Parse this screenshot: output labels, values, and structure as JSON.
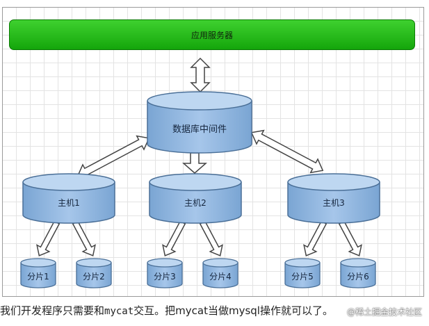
{
  "diagram": {
    "app_server_label": "应用服务器",
    "middleware_label": "数据库中间件",
    "hosts": [
      {
        "label": "主机1",
        "shards": [
          "分片1",
          "分片2"
        ]
      },
      {
        "label": "主机2",
        "shards": [
          "分片3",
          "分片4"
        ]
      },
      {
        "label": "主机3",
        "shards": [
          "分片5",
          "分片6"
        ]
      }
    ]
  },
  "caption": {
    "part1": "我们开发程序只需要和",
    "code": "mycat",
    "part2": "交互。把mycat当做mysql操作就可以了。"
  },
  "watermark": "@稀土掘金技术社区",
  "colors": {
    "server_bar": "#22bb18",
    "cylinder_body": "#8db6e0",
    "cylinder_top": "#bed7f1",
    "cylinder_stroke": "#4a6f97"
  }
}
